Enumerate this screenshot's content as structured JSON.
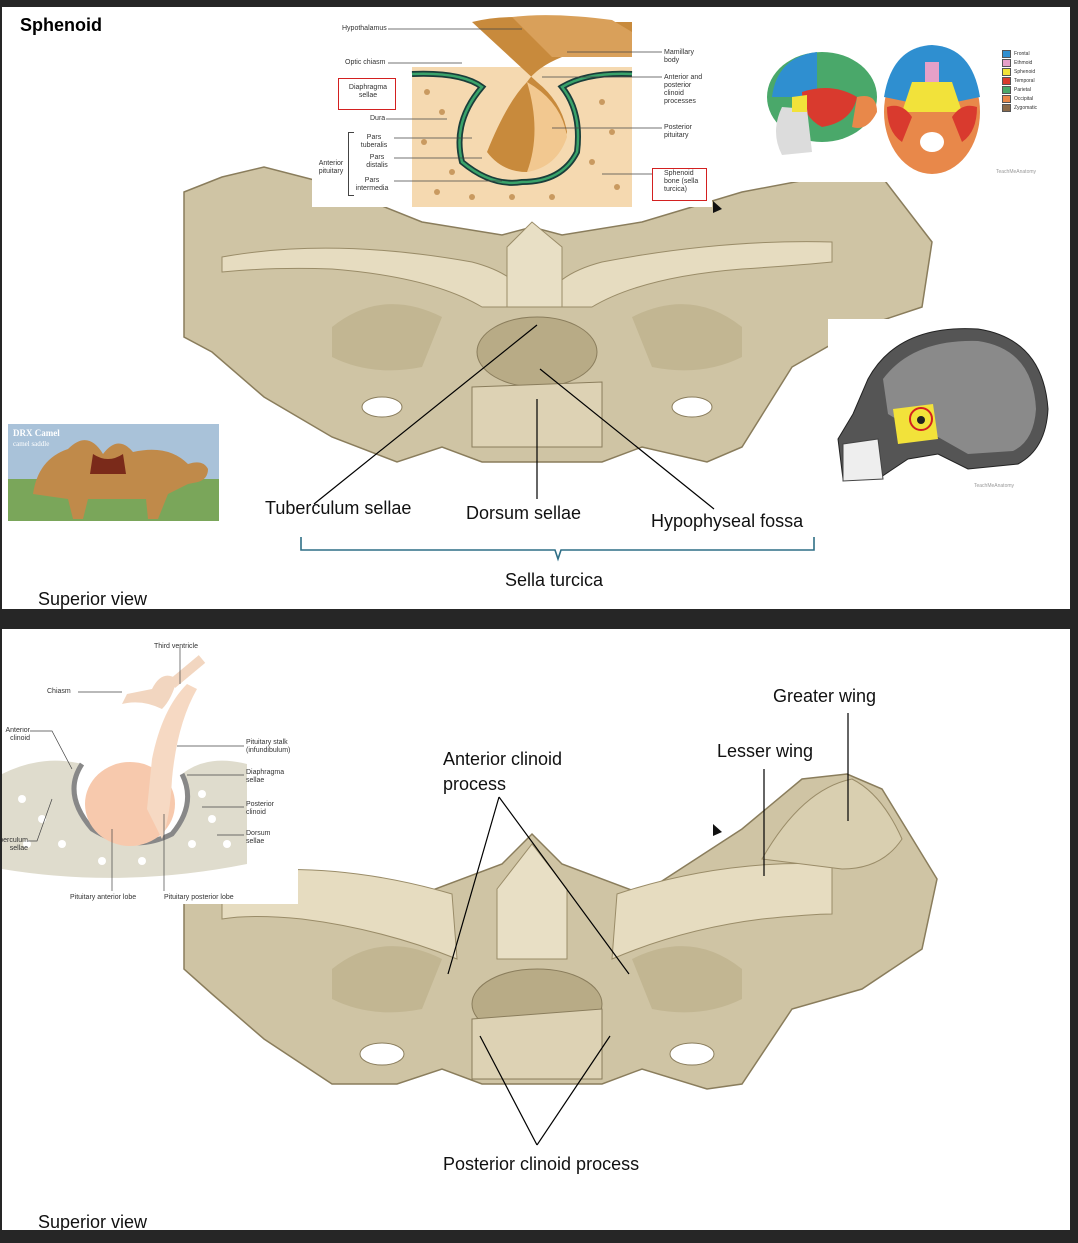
{
  "slide1": {
    "title": "Sphenoid",
    "view_label": "Superior view",
    "labels": {
      "tuberculum": "Tuberculum sellae",
      "dorsum": "Dorsum sellae",
      "fossa": "Hypophyseal fossa",
      "sella": "Sella turcica"
    },
    "pituitary_diagram": {
      "hypothalamus": "Hypothalamus",
      "optic_chiasm": "Optic chiasm",
      "diaphragma": "Diaphragma sellae",
      "dura": "Dura",
      "pars_tuberalis": "Pars tuberalis",
      "pars_distalis": "Pars distalis",
      "pars_intermedia": "Pars intermedia",
      "anterior_pituitary": "Anterior pituitary",
      "mamillary": "Mamillary body",
      "clinoid": "Anterior and posterior clinoid processes",
      "posterior_pituitary": "Posterior pituitary",
      "sphenoid_bone": "Sphenoid bone (sella turcica)"
    },
    "skull_legend": [
      {
        "name": "Frontal",
        "color": "#2f8fd0"
      },
      {
        "name": "Ethmoid",
        "color": "#e6a0c8"
      },
      {
        "name": "Sphenoid",
        "color": "#f2e23a"
      },
      {
        "name": "Temporal",
        "color": "#d93a2e"
      },
      {
        "name": "Parietal",
        "color": "#4aa86a"
      },
      {
        "name": "Occipital",
        "color": "#e8884a"
      },
      {
        "name": "Zygomatic",
        "color": "#8a6a4a"
      }
    ],
    "camel_caption_1": "DRX Camel",
    "camel_caption_2": "camel saddle",
    "watermark": "TeachMeAnatomy"
  },
  "slide2": {
    "view_label": "Superior view",
    "labels": {
      "anterior_clinoid": "Anterior clinoid process",
      "lesser_wing": "Lesser wing",
      "greater_wing": "Greater wing",
      "posterior_clinoid": "Posterior clinoid process"
    },
    "diagram": {
      "third_ventricle": "Third ventricle",
      "chiasm": "Chiasm",
      "anterior_clinoid": "Anterior clinoid",
      "pituitary_stalk": "Pituitary stalk (infundibulum)",
      "diaphragma": "Diaphragma sellae",
      "posterior_clinoid": "Posterior clinoid",
      "dorsum": "Dorsum sellae",
      "tuberculum": "Tuberculum sellae",
      "anterior_lobe": "Pituitary anterior lobe",
      "posterior_lobe": "Pituitary posterior lobe"
    }
  }
}
